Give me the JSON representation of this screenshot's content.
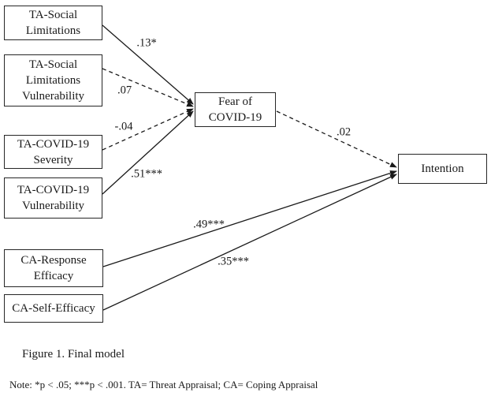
{
  "figure": {
    "caption": "Figure 1. Final model",
    "note": "Note: *p < .05; ***p < .001. TA= Threat Appraisal; CA= Coping Appraisal"
  },
  "nodes": {
    "taSocialLimitations": {
      "lines": [
        "TA-Social",
        "Limitations"
      ]
    },
    "taSocialLimitationsVulnerability": {
      "lines": [
        "TA-Social",
        "Limitations",
        "Vulnerability"
      ]
    },
    "taCovidSeverity": {
      "lines": [
        "TA-COVID-19",
        "Severity"
      ]
    },
    "taCovidVulnerability": {
      "lines": [
        "TA-COVID-19",
        "Vulnerability"
      ]
    },
    "fearOfCovid": {
      "lines": [
        "Fear of",
        "COVID-19"
      ]
    },
    "intention": {
      "lines": [
        "Intention"
      ]
    },
    "caResponseEfficacy": {
      "lines": [
        "CA-Response",
        "Efficacy"
      ]
    },
    "caSelfEfficacy": {
      "lines": [
        "CA-Self-Efficacy"
      ]
    }
  },
  "paths": {
    "taSocialLimitations_to_fear": {
      "coefficient": ".13*",
      "line": "solid",
      "significant": true
    },
    "taSocialLimitationsVulnerability_to_fear": {
      "coefficient": ".07",
      "line": "dashed",
      "significant": false
    },
    "taCovidSeverity_to_fear": {
      "coefficient": "-.04",
      "line": "dashed",
      "significant": false
    },
    "taCovidVulnerability_to_fear": {
      "coefficient": ".51***",
      "line": "solid",
      "significant": true
    },
    "fear_to_intention": {
      "coefficient": ".02",
      "line": "dashed",
      "significant": false
    },
    "caResponseEfficacy_to_intention": {
      "coefficient": ".49***",
      "line": "solid",
      "significant": true
    },
    "caSelfEfficacy_to_intention": {
      "coefficient": ".35***",
      "line": "solid",
      "significant": true
    }
  },
  "colors": {
    "line": "#1a1a1a",
    "text": "#1a1a1a",
    "background": "#ffffff",
    "box_border": "#262626"
  }
}
